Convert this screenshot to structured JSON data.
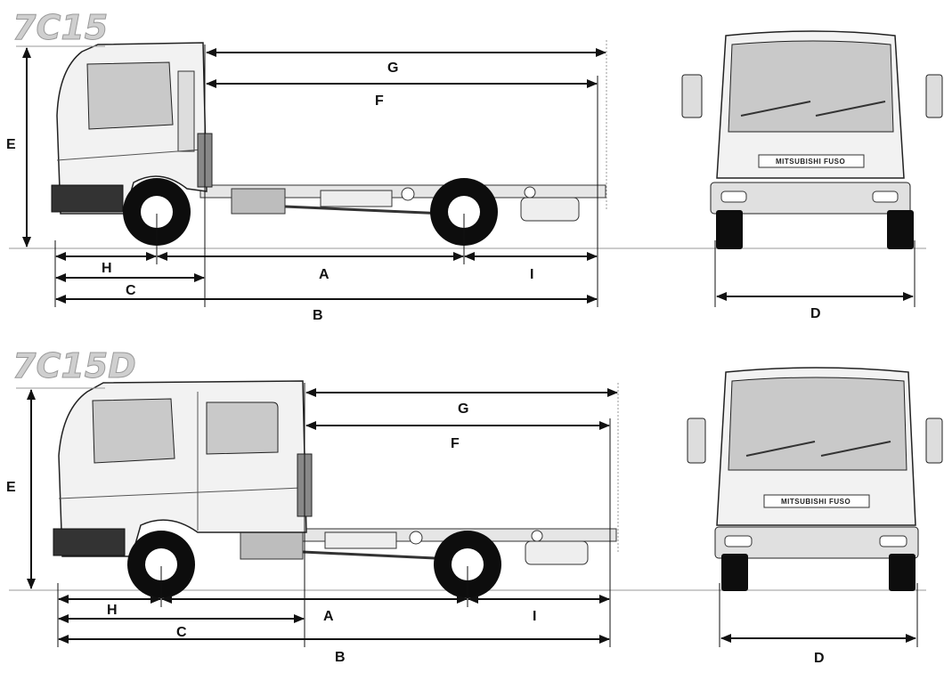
{
  "models": [
    {
      "badge": "7C15",
      "front_grille_text": "MITSUBISHI FUSO"
    },
    {
      "badge": "7C15D",
      "front_grille_text": "MITSUBISHI FUSO"
    }
  ],
  "dimension_labels": {
    "A": "A",
    "B": "B",
    "C": "C",
    "D": "D",
    "E": "E",
    "F": "F",
    "G": "G",
    "H": "H",
    "I": "I"
  },
  "colors": {
    "line": "#111111",
    "truck_body": "#f2f2f2",
    "window": "#c9c9c9",
    "tire": "#0d0d0d",
    "badge_fill": "#cfcfcf"
  }
}
